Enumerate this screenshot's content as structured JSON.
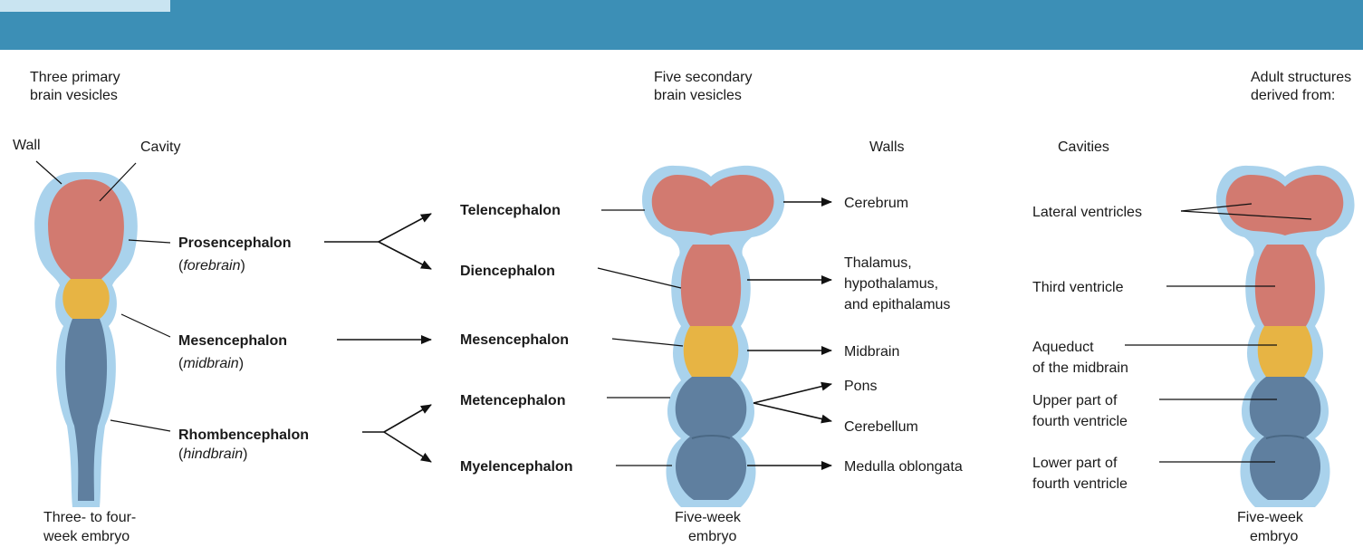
{
  "colors": {
    "header": "#3c8fb6",
    "header_tab": "#c9e4f1",
    "membrane": "#a9d2ec",
    "forebrain": "#d27a70",
    "midbrain": "#e7b444",
    "hindbrain": "#5f7f9f"
  },
  "columns": {
    "primary_heading": [
      "Three primary",
      "brain vesicles"
    ],
    "secondary_heading": [
      "Five secondary",
      "brain vesicles"
    ],
    "adult_heading": [
      "Adult structures",
      "derived from:"
    ],
    "walls_heading": "Walls",
    "cavities_heading": "Cavities"
  },
  "primary": {
    "wall_label": "Wall",
    "cavity_label": "Cavity",
    "vesicles": [
      {
        "name": "Prosencephalon",
        "open": "(",
        "common": "forebrain",
        "close": ")"
      },
      {
        "name": "Mesencephalon",
        "open": "(",
        "common": "midbrain",
        "close": ")"
      },
      {
        "name": "Rhombencephalon",
        "open": "(",
        "common": "hindbrain",
        "close": ")"
      }
    ],
    "caption": [
      "Three- to four-",
      "week embryo"
    ]
  },
  "secondary": {
    "vesicles": [
      "Telencephalon",
      "Diencephalon",
      "Mesencephalon",
      "Metencephalon",
      "Myelencephalon"
    ],
    "caption": [
      "Five-week",
      "embryo"
    ]
  },
  "walls": {
    "cerebrum": "Cerebrum",
    "thalamus": [
      "Thalamus,",
      "hypothalamus,",
      "and epithalamus"
    ],
    "midbrain": "Midbrain",
    "pons": "Pons",
    "cerebellum": "Cerebellum",
    "medulla": "Medulla oblongata"
  },
  "cavities": {
    "lateral": "Lateral ventricles",
    "third": "Third ventricle",
    "aqueduct": [
      "Aqueduct",
      "of the midbrain"
    ],
    "upper_fourth": [
      "Upper part of",
      "fourth ventricle"
    ],
    "lower_fourth": [
      "Lower part of",
      "fourth ventricle"
    ]
  },
  "adult": {
    "caption": [
      "Five-week",
      "embryo"
    ]
  }
}
